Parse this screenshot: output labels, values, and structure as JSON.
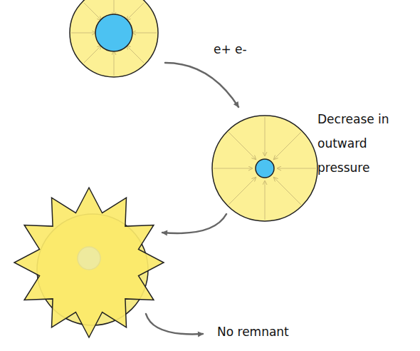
{
  "diagram": {
    "labels": [
      "e+ e-",
      "Decrease in outward pressure",
      "No remnant"
    ]
  }
}
